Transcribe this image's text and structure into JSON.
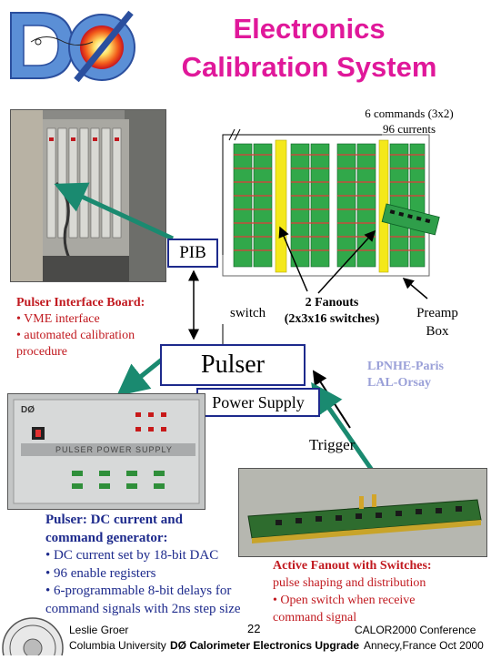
{
  "title": {
    "line1": "Electronics",
    "line2": "Calibration System"
  },
  "logo": {
    "text": "DØ"
  },
  "commands": {
    "line1": "6 commands (3x2)",
    "line2": "96 currents"
  },
  "pib": {
    "label": "PIB"
  },
  "pib_desc": {
    "heading": "Pulser Interface Board:",
    "items": [
      "• VME interface",
      "• automated calibration",
      "procedure"
    ]
  },
  "switch_label": "switch",
  "fanouts": {
    "line1": "2 Fanouts",
    "line2": "(2x3x16 switches)"
  },
  "preamp": {
    "line1": "Preamp",
    "line2": "Box"
  },
  "pulser": {
    "label": "Pulser"
  },
  "labs": {
    "line1": "LPNHE-Paris",
    "line2": "LAL-Orsay"
  },
  "power_supply": {
    "label": "Power Supply"
  },
  "trigger": {
    "label": "Trigger"
  },
  "pulser_photo": {
    "logo": "DØ",
    "panel_text": "PULSER POWER SUPPLY"
  },
  "pulser_desc": {
    "heading1": "Pulser: DC current and",
    "heading2": "command generator:",
    "lines": [
      "• DC current set by 18-bit DAC",
      "• 96 enable registers",
      "• 6-programmable 8-bit delays for",
      "command signals with 2ns step size"
    ]
  },
  "fanout_desc": {
    "heading": "Active Fanout with Switches:",
    "lines": [
      "pulse shaping and distribution",
      "• Open switch when receive",
      "command signal"
    ]
  },
  "footer": {
    "author": "Leslie Groer",
    "affiliation": "Columbia University",
    "page": "22",
    "conference": "CALOR2000 Conference",
    "talk_title": "DØ Calorimeter Electronics Upgrade",
    "location": "Annecy,France Oct 2000"
  },
  "colors": {
    "title": "#e0189a",
    "accent_red": "#c1191f",
    "accent_blue": "#1d2a8c",
    "labs": "#9aa0d8",
    "arrow_teal": "#1a8a70"
  }
}
